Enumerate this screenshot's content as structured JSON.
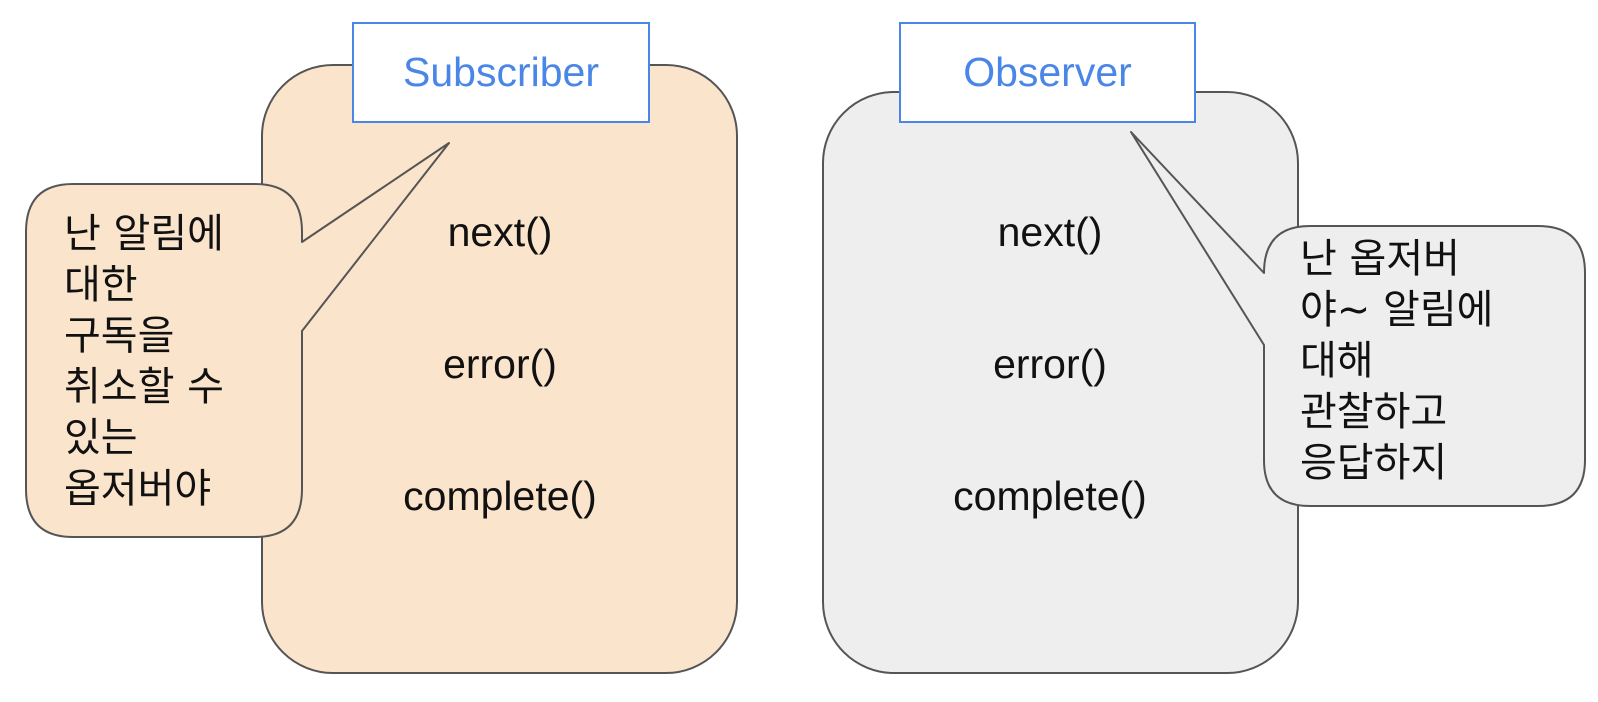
{
  "subscriber": {
    "title": "Subscriber",
    "methods": [
      "next()",
      "error()",
      "complete()"
    ],
    "callout": "난 알림에\n대한\n구독을\n취소할 수\n있는\n옵저버야"
  },
  "observer": {
    "title": "Observer",
    "methods": [
      "next()",
      "error()",
      "complete()"
    ],
    "callout": "난 옵저버\n야~ 알림에\n대해\n관찰하고\n응답하지"
  },
  "colors": {
    "subscriber_fill": "#fbe4cc",
    "observer_fill": "#eeeeee",
    "label_border": "#4a86e8",
    "label_text": "#4a86e8",
    "outline": "#555555"
  }
}
